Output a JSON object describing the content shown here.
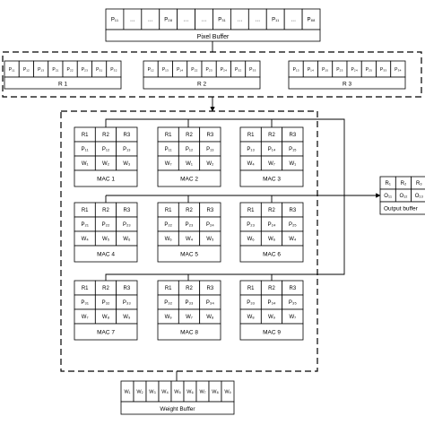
{
  "pixel_buffer": {
    "label": "Pixel Buffer",
    "cells": [
      "P₁₁",
      "…",
      "…",
      "P₂₈",
      "…",
      "…",
      "P₃₁",
      "…",
      "…",
      "P₁₁",
      "…",
      "P₈₈"
    ]
  },
  "register_banks": [
    {
      "label": "R 1",
      "cells": [
        "P₁₁",
        "P₁₂",
        "P₁₃",
        "P₂₁",
        "P₂₂",
        "P₂₃",
        "P₃₁",
        "P₃₂"
      ]
    },
    {
      "label": "R 2",
      "cells": [
        "P₁₂",
        "P₁₃",
        "P₁₄",
        "P₂₂",
        "P₂₃",
        "P₂₄",
        "P₃₂",
        "P₃₃"
      ]
    },
    {
      "label": "R 3",
      "cells": [
        "P₁₃",
        "P₁₄",
        "P₁₅",
        "P₂₃",
        "P₂₄",
        "P₂₅",
        "P₃₃",
        "P₃₄"
      ]
    }
  ],
  "mac_units": [
    {
      "label": "MAC 1",
      "rows": [
        [
          "R1",
          "R2",
          "R3"
        ],
        [
          "P₁₁",
          "P₁₂",
          "P₁₃"
        ],
        [
          "W₁",
          "W₂",
          "W₃"
        ]
      ]
    },
    {
      "label": "MAC 2",
      "rows": [
        [
          "R1",
          "R2",
          "R3"
        ],
        [
          "P₁₁",
          "P₁₂",
          "P₁₃"
        ],
        [
          "W₇",
          "W₁",
          "W₂"
        ]
      ]
    },
    {
      "label": "MAC 3",
      "rows": [
        [
          "R1",
          "R2",
          "R3"
        ],
        [
          "P₁₃",
          "P₁₄",
          "P₁₅"
        ],
        [
          "W₄",
          "W₇",
          "W₁"
        ]
      ]
    },
    {
      "label": "MAC 4",
      "rows": [
        [
          "R1",
          "R2",
          "R3"
        ],
        [
          "P₂₁",
          "P₂₂",
          "P₂₃"
        ],
        [
          "W₄",
          "W₅",
          "W₆"
        ]
      ]
    },
    {
      "label": "MAC 5",
      "rows": [
        [
          "R1",
          "R2",
          "R3"
        ],
        [
          "P₂₂",
          "P₂₃",
          "P₂₄"
        ],
        [
          "W₆",
          "W₄",
          "W₅"
        ]
      ]
    },
    {
      "label": "MAC 6",
      "rows": [
        [
          "R1",
          "R2",
          "R3"
        ],
        [
          "P₂₃",
          "P₂₄",
          "P₂₅"
        ],
        [
          "W₆",
          "W₆",
          "W₄"
        ]
      ]
    },
    {
      "label": "MAC 7",
      "rows": [
        [
          "R1",
          "R2",
          "R3"
        ],
        [
          "P₃₁",
          "P₃₂",
          "P₃₃"
        ],
        [
          "W₇",
          "W₈",
          "W₉"
        ]
      ]
    },
    {
      "label": "MAC 8",
      "rows": [
        [
          "R1",
          "R2",
          "R3"
        ],
        [
          "P₃₂",
          "P₃₃",
          "P₃₄"
        ],
        [
          "W₉",
          "W₇",
          "W₈"
        ]
      ]
    },
    {
      "label": "MAC 9",
      "rows": [
        [
          "R1",
          "R2",
          "R3"
        ],
        [
          "P₃₃",
          "P₃₄",
          "P₃₅"
        ],
        [
          "W₈",
          "W₉",
          "W₇"
        ]
      ]
    }
  ],
  "output_buffer": {
    "label": "Output buffer",
    "rows": [
      [
        "R₁",
        "R₂",
        "R₃"
      ],
      [
        "O₁₁",
        "O₁₂",
        "O₁₃"
      ]
    ]
  },
  "weight_buffer": {
    "label": "Weight Buffer",
    "cells": [
      "W₁",
      "W₂",
      "W₃",
      "W₄",
      "W₅",
      "W₆",
      "W₇",
      "W₈",
      "W₉"
    ]
  }
}
